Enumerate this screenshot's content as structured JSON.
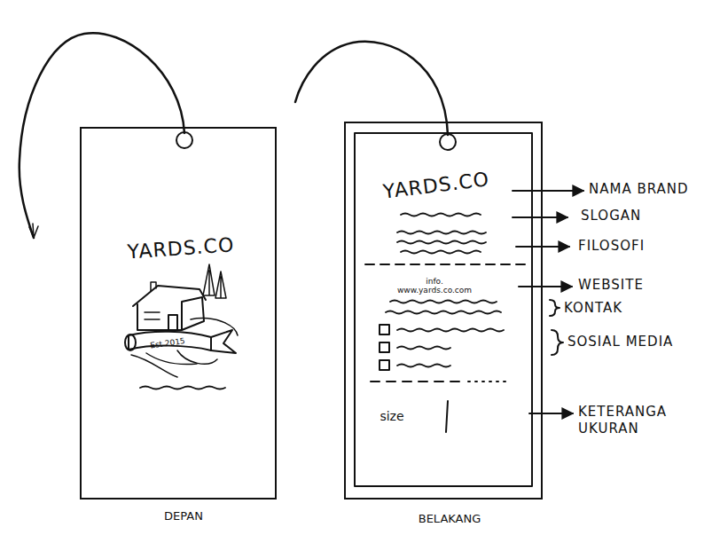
{
  "diagram": {
    "nodes": [
      {
        "text": [
          "YARDS.CO",
          "Est 2015",
          "DEPAN"
        ]
      },
      {
        "text": [
          "YARDS.CO",
          "info. www.yards.co.com",
          "size",
          "BELAKANG"
        ]
      }
    ],
    "labels": [
      "NAMA BRAND",
      "SLOGAN",
      "FILOSOFI",
      "WEBSITE",
      "KONTAK",
      "SOSIAL MEDIA",
      "KETERANGA UKURAN"
    ]
  }
}
